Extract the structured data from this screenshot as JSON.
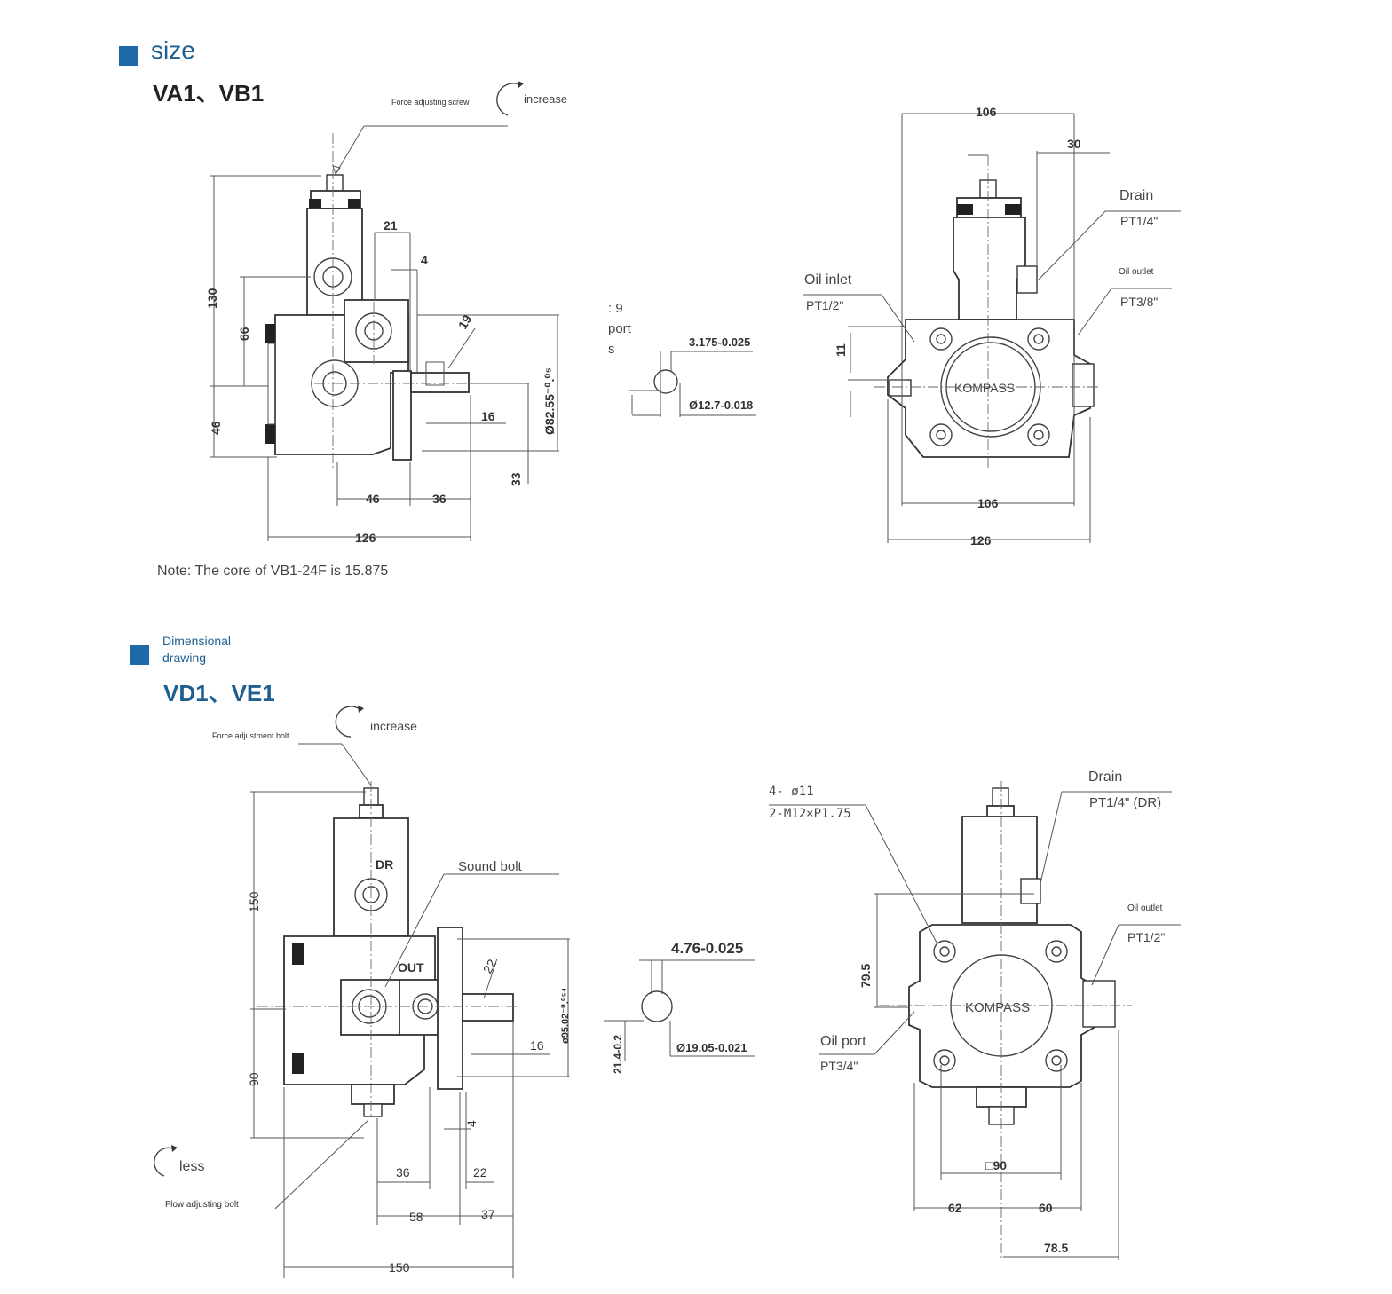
{
  "section1": {
    "heading": "size",
    "model_title": "VA1、VB1",
    "note": "Note: The core of VB1-24F is 15.875",
    "labels": {
      "force_screw": "Force adjusting screw",
      "increase": "increase",
      "port_line1": ": 9",
      "port_line2": "port",
      "port_line3": "s",
      "oil_inlet": "Oil inlet",
      "oil_inlet_size": "PT1/2\"",
      "drain": "Drain",
      "drain_size": "PT1/4\"",
      "oil_outlet": "Oil outlet",
      "oil_outlet_size": "PT3/8\"",
      "brand": "KOMPASS"
    },
    "dims": {
      "d130": "130",
      "d66": "66",
      "d46": "46",
      "d21": "21",
      "d4": "4",
      "d19": "19",
      "d16": "16",
      "d33": "33",
      "d46b": "46",
      "d36": "36",
      "d126": "126",
      "dia_shaft": "Ø82.55⁻⁰.⁰⁵",
      "key_width": "3.175-0.025",
      "shaft_dia": "Ø12.7-0.018",
      "d106_top": "106",
      "d30": "30",
      "d11": "11",
      "d106_bot": "106",
      "d126_right": "126"
    }
  },
  "section2": {
    "heading_line1": "Dimensional",
    "heading_line2": "drawing",
    "model_title": "VD1、VE1",
    "labels": {
      "force_bolt": "Force adjustment bolt",
      "increase": "increase",
      "dr": "DR",
      "sound_bolt": "Sound bolt",
      "out": "OUT",
      "less": "less",
      "flow_bolt": "Flow adjusting bolt",
      "holes": "4- ø11",
      "thread": "2-M12×P1.75",
      "drain": "Drain",
      "drain_size": "PT1/4\" (DR)",
      "oil_outlet": "Oil outlet",
      "oil_outlet_size": "PT1/2\"",
      "oil_port": "Oil port",
      "oil_port_size": "PT3/4\"",
      "brand": "KOMPASS"
    },
    "dims": {
      "d150": "150",
      "d90": "90",
      "d22": "22",
      "dia_shaft": "ø95.02⁻⁰.⁰⁵⁴",
      "d16": "16",
      "d4": "4",
      "d36": "36",
      "d22b": "22",
      "d58": "58",
      "d37": "37",
      "d150b": "150",
      "key_width": "4.76-0.025",
      "key_height": "21.4-0.2",
      "shaft_dia": "Ø19.05-0.021",
      "d79_5": "79.5",
      "sq90": "□90",
      "d62": "62",
      "d60": "60",
      "d78_5": "78.5"
    }
  }
}
